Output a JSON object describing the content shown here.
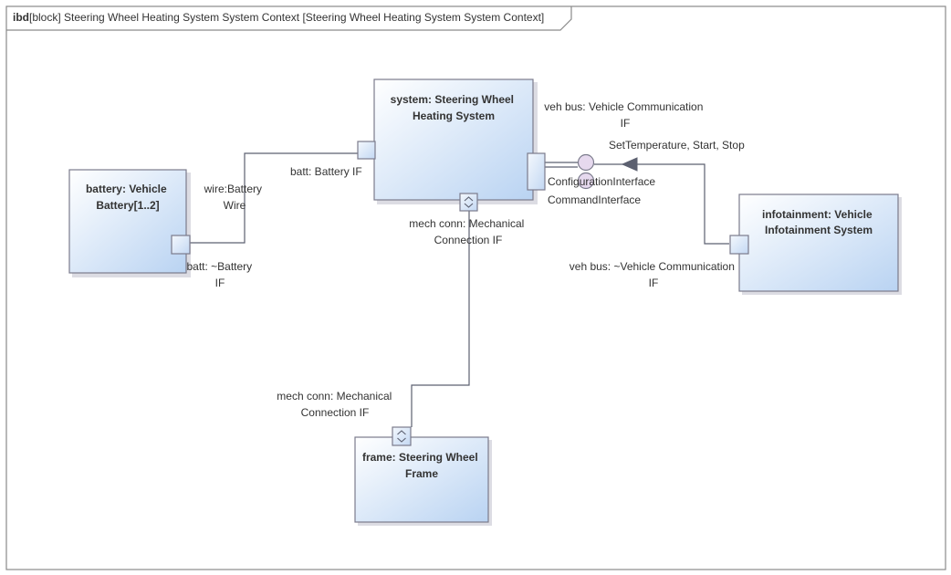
{
  "diagram": {
    "frame": {
      "keyword": "ibd",
      "title": "[block] Steering Wheel Heating System System Context [Steering Wheel Heating System System Context]"
    },
    "blocks": {
      "system": {
        "lines": [
          "system: Steering Wheel",
          "Heating System"
        ]
      },
      "battery": {
        "lines": [
          "battery: Vehicle",
          "Battery[1..2]"
        ]
      },
      "infotainment": {
        "lines": [
          "infotainment: Vehicle",
          "Infotainment System"
        ]
      },
      "frame": {
        "lines": [
          "frame: Steering Wheel",
          "Frame"
        ]
      }
    },
    "labels": {
      "veh_bus_system": [
        "veh bus: Vehicle Communication",
        "IF"
      ],
      "interfaces_provided": "SetTemperature, Start, Stop",
      "config_interface": "ConfigurationInterface",
      "command_interface": "CommandInterface",
      "batt_system": "batt: Battery IF",
      "wire": [
        "wire:Battery",
        "Wire"
      ],
      "mech_conn_system": [
        "mech conn: Mechanical",
        "Connection IF"
      ],
      "batt_battery": [
        "batt: ~Battery",
        "IF"
      ],
      "veh_bus_infotainment": [
        "veh bus: ~Vehicle Communication",
        "IF"
      ],
      "mech_conn_frame": [
        "mech conn: Mechanical",
        "Connection IF"
      ]
    },
    "colors": {
      "block_fill_start": "#ffffff",
      "block_fill_end": "#b9d3f2",
      "block_border": "#7b7b8c",
      "connector": "#5c6070",
      "lollipop_fill": "#e6d9ee",
      "port_fill": "#cfe0f6"
    }
  }
}
